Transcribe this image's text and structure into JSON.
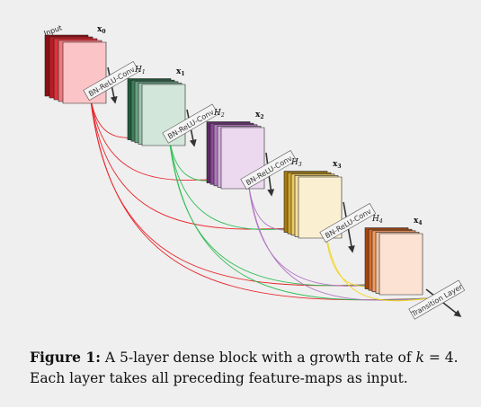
{
  "diagram": {
    "input_label": "Input",
    "nodes": [
      {
        "label": "x",
        "sub": "0",
        "colors": [
          "#8b0f14",
          "#b81d24",
          "#e0333a",
          "#f07a7f",
          "#fbc4c6"
        ]
      },
      {
        "label": "x",
        "sub": "1",
        "layer": "H",
        "layer_sub": "1",
        "op": "BN-ReLU-Conv",
        "colors": [
          "#1f5a3c",
          "#3f7e5c",
          "#6aa383",
          "#9cc6ae",
          "#d2e6da"
        ]
      },
      {
        "label": "x",
        "sub": "2",
        "layer": "H",
        "layer_sub": "2",
        "op": "BN-ReLU-Conv",
        "colors": [
          "#5e2a6a",
          "#8a4a96",
          "#b27bbd",
          "#d3aedb",
          "#ecd9ef"
        ]
      },
      {
        "label": "x",
        "sub": "3",
        "layer": "H",
        "layer_sub": "3",
        "op": "BN-ReLU-Conv",
        "colors": [
          "#a67b10",
          "#d1a52b",
          "#ebc964",
          "#f4df9e",
          "#faf0d1"
        ]
      },
      {
        "label": "x",
        "sub": "4",
        "layer": "H",
        "layer_sub": "4",
        "op": "BN-ReLU-Conv",
        "colors": [
          "#a8430b",
          "#d76b28",
          "#ef9b64",
          "#f6c29f",
          "#fbe2d2"
        ]
      }
    ],
    "final_op": "Transition Layer",
    "connection_colors": [
      "#e8242a",
      "#2fbd53",
      "#b276c4",
      "#f2d51e"
    ]
  },
  "caption": {
    "figure_label": "Figure 1:",
    "text_before_math": "A 5-layer dense block with a growth rate of",
    "math_var": "k",
    "math_rest": "= 4.",
    "text_line2": "Each layer takes all preceding feature-maps as input."
  }
}
